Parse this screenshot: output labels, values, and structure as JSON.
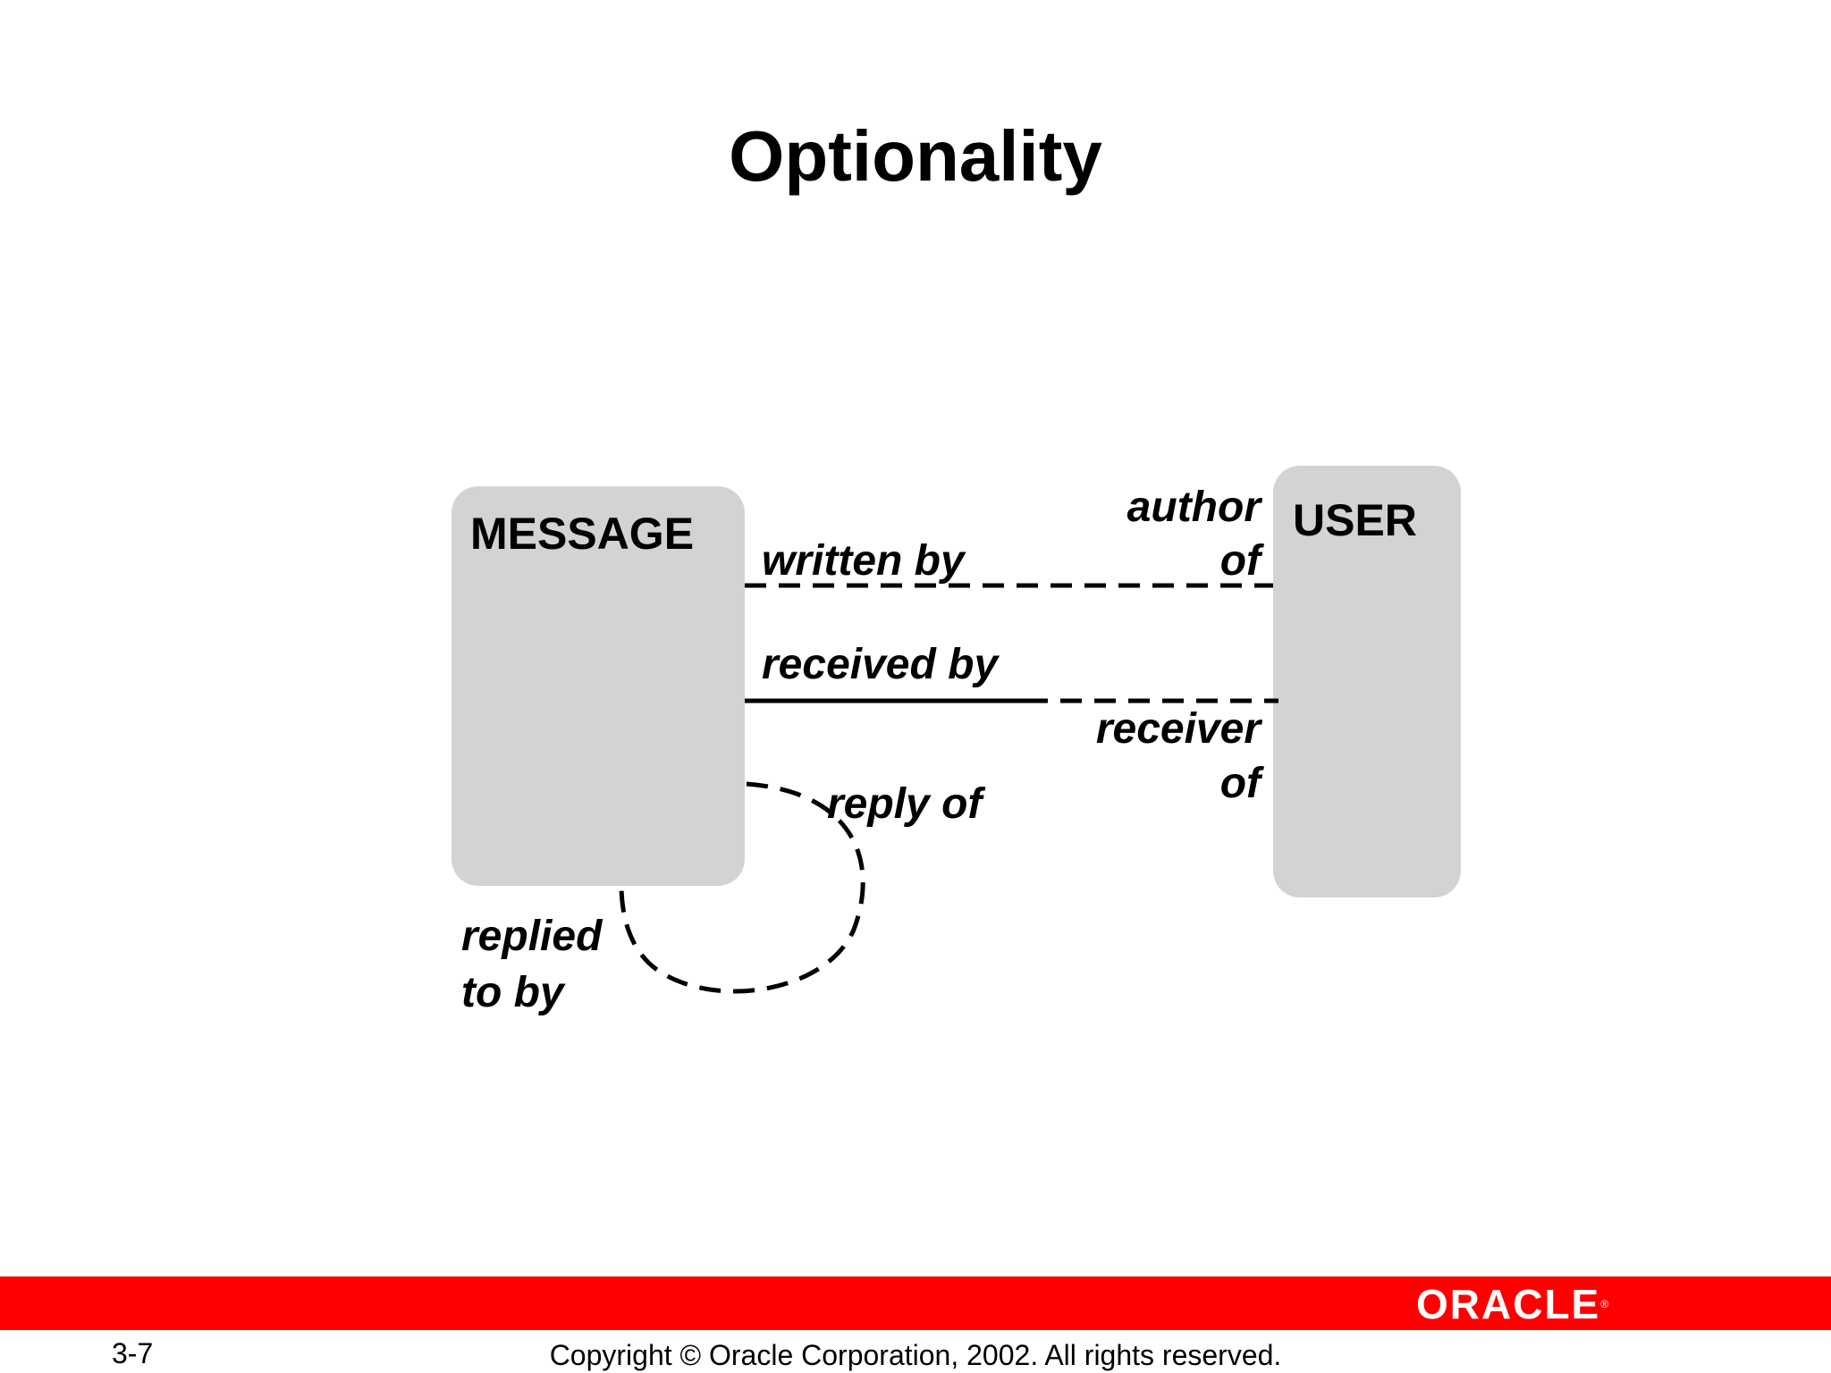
{
  "slide": {
    "title": "Optionality",
    "page_number": "3-7",
    "copyright": "Copyright © Oracle Corporation, 2002. All rights reserved.",
    "logo_text": "ORACLE",
    "logo_mark": "®"
  },
  "entities": {
    "message": {
      "label": "MESSAGE"
    },
    "user": {
      "label": "USER"
    }
  },
  "relationships": {
    "written": {
      "message_end": "written by",
      "user_end_line1": "author",
      "user_end_line2": "of",
      "message_end_optional": true,
      "user_end_optional": true
    },
    "received": {
      "message_end": "received by",
      "user_end_line1": "receiver",
      "user_end_line2": "of",
      "message_end_optional": false,
      "user_end_optional": true
    },
    "reply": {
      "end_a": "reply of",
      "end_b_line1": "replied",
      "end_b_line2": "to by",
      "optional": true
    }
  },
  "colors": {
    "entity_fill": "#d3d3d3",
    "line": "#000000",
    "footer_bar": "#ff0000",
    "text": "#000000",
    "logo_text": "#ffffff"
  }
}
